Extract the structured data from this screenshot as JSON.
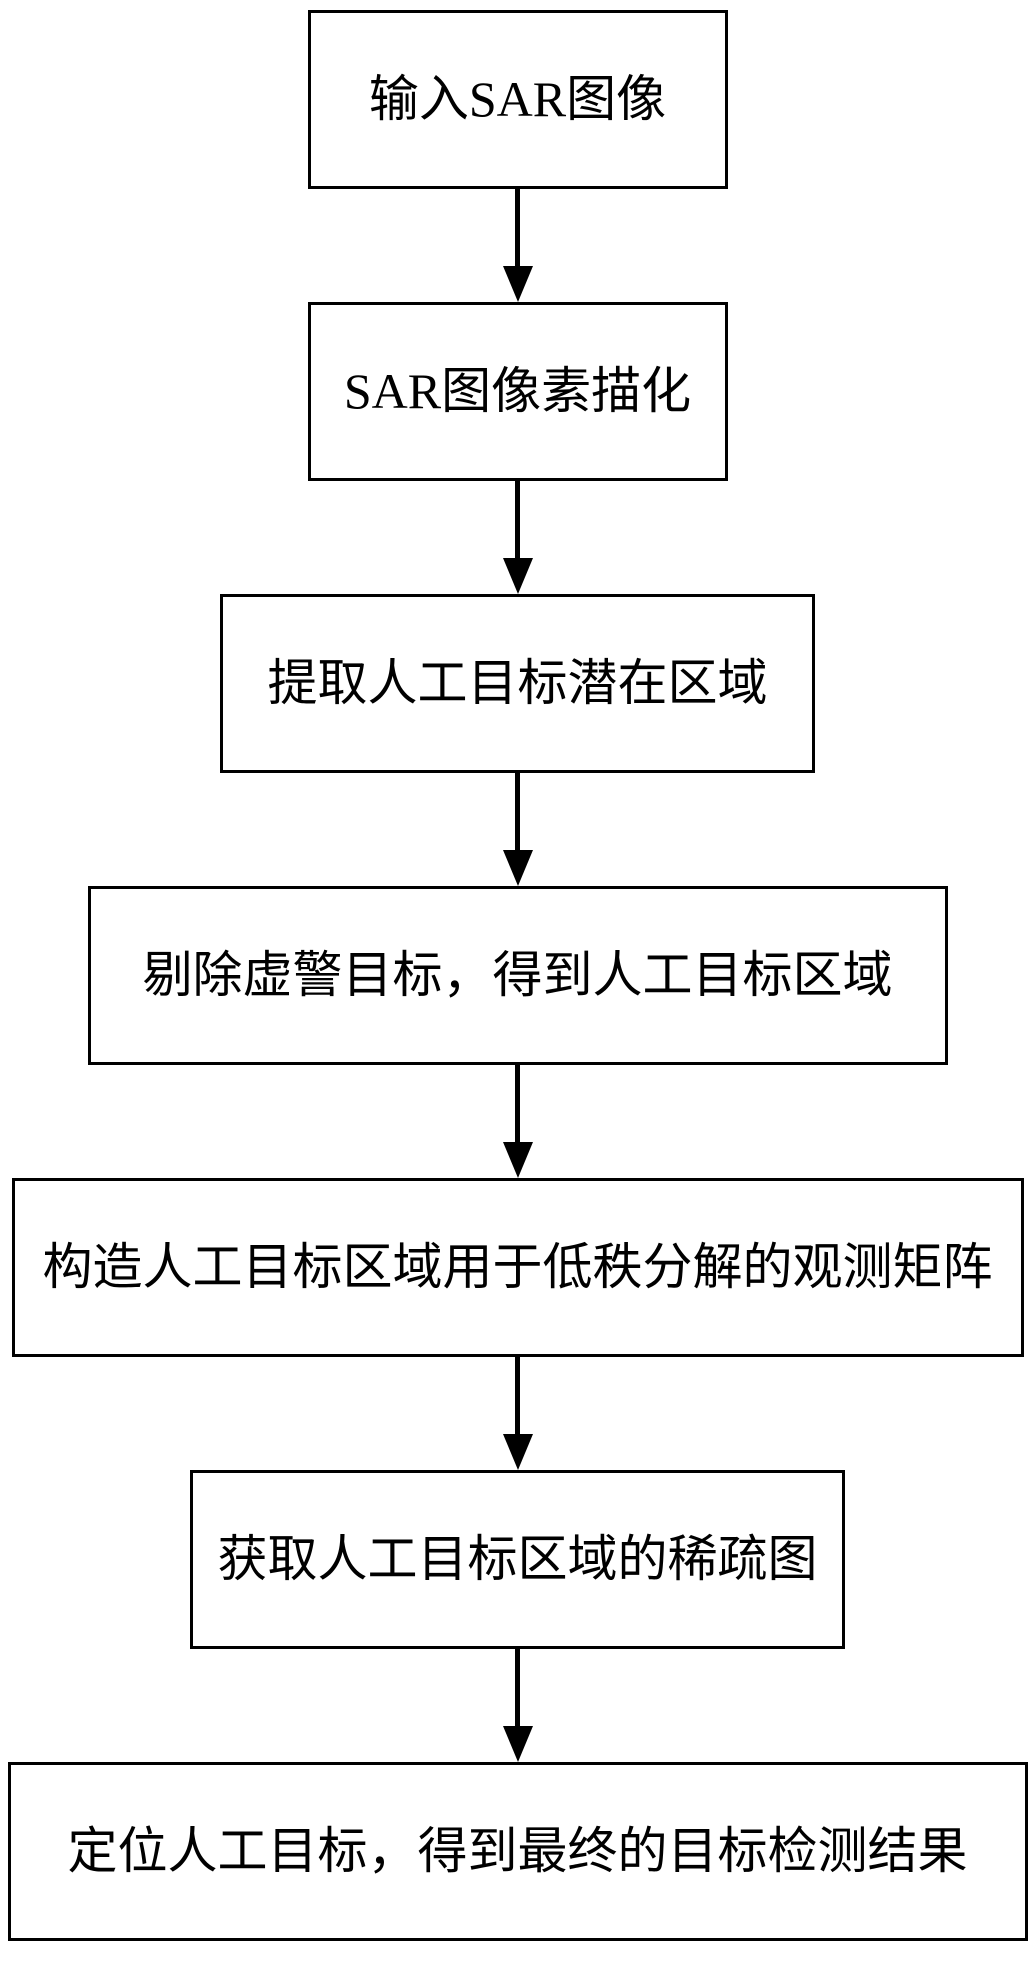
{
  "flowchart": {
    "title": "SAR target detection flowchart",
    "steps": [
      {
        "label": "输入SAR图像"
      },
      {
        "label": "SAR图像素描化"
      },
      {
        "label": "提取人工目标潜在区域"
      },
      {
        "label": "剔除虚警目标，得到人工目标区域"
      },
      {
        "label": "构造人工目标区域用于低秩分解的观测矩阵"
      },
      {
        "label": "获取人工目标区域的稀疏图"
      },
      {
        "label": "定位人工目标，得到最终的目标检测结果"
      }
    ]
  }
}
